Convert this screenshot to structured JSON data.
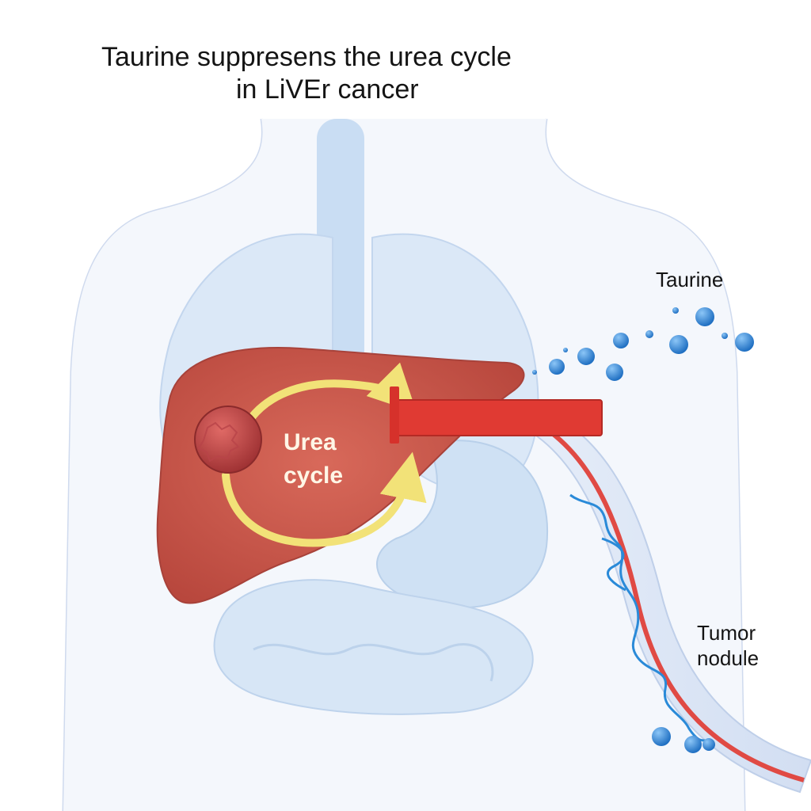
{
  "title": {
    "line1": "Taurine suppresens the urea cycle",
    "line2": "in LiVEr cancer"
  },
  "labels": {
    "taurine": "Taurine",
    "tumor_line1": "Tumor",
    "tumor_line2": "nodule",
    "cycle_line1": "Urea",
    "cycle_line2": "cycle"
  },
  "colors": {
    "liver": "#c9564a",
    "arrow": "#f2e278",
    "inhibitor": "#e03a33",
    "molecule": "#2f86d6",
    "body_outline": "#c9d6ec",
    "organs": "#bfd8f0"
  }
}
